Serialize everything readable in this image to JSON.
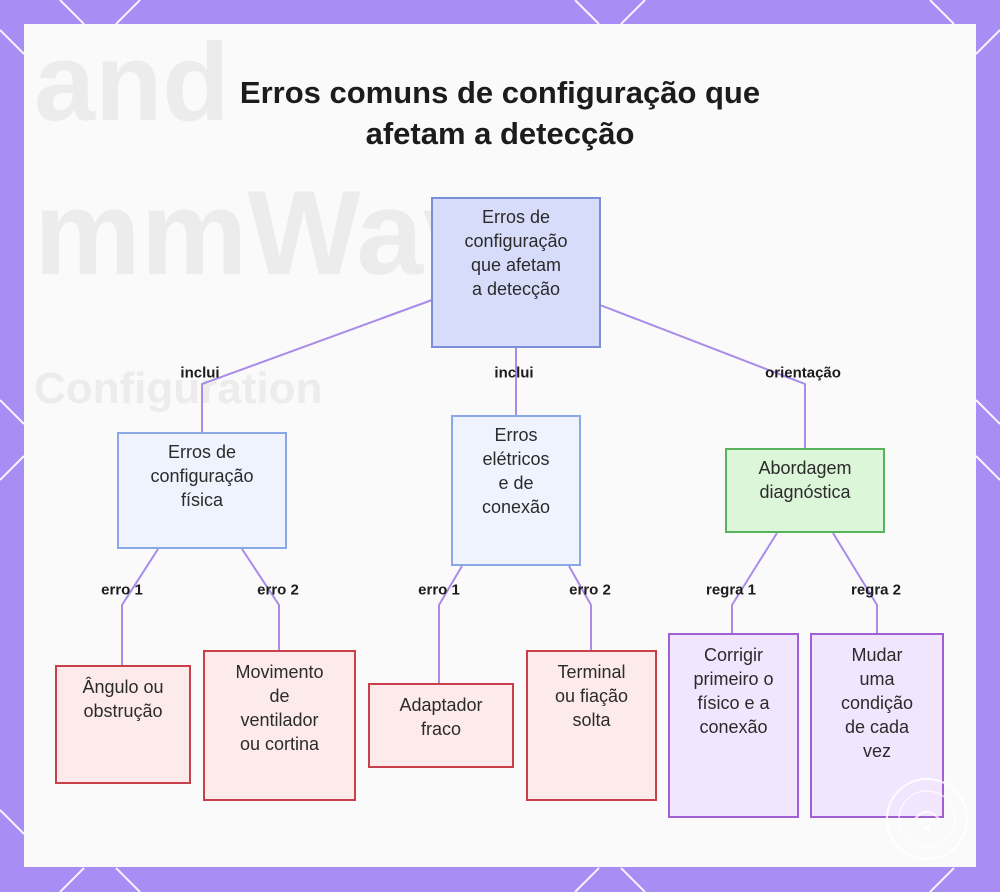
{
  "title": [
    "Erros comuns de configuração que",
    "afetam a detecção"
  ],
  "colors": {
    "frame": "#a88df5",
    "card": "#fafafa",
    "edge": "#a98be8",
    "root_fill": "#d7dcfb",
    "category_fill": "#eef3fe",
    "guidance_fill": "#dcf6d9",
    "error_fill": "#fdebeb",
    "rule_fill": "#f1e6fd"
  },
  "nodes": {
    "root": "Erros de\nconfiguração\nque afetam\na detecção",
    "physical": "Erros de\nconfiguração\nfísica",
    "electrical": "Erros\nelétricos\ne de\nconexão",
    "diagnostic": "Abordagem\ndiagnóstica",
    "angle": "Ângulo ou\nobstrução",
    "fan": "Movimento\nde\nventilador\nou cortina",
    "adapter": "Adaptador\nfraco",
    "terminal": "Terminal\nou fiação\nsolta",
    "fix_first": "Corrigir\nprimeiro o\nfísico e a\nconexão",
    "one_change": "Mudar\numa\ncondição\nde cada\nvez"
  },
  "edge_labels": {
    "includes_1": "inclui",
    "includes_2": "inclui",
    "guidance": "orientação",
    "error1_a": "erro 1",
    "error2_a": "erro 2",
    "error1_b": "erro 1",
    "error2_b": "erro 2",
    "rule1": "regra 1",
    "rule2": "regra 2"
  },
  "background_words": [
    "and",
    "mmWave",
    "Configuration"
  ]
}
